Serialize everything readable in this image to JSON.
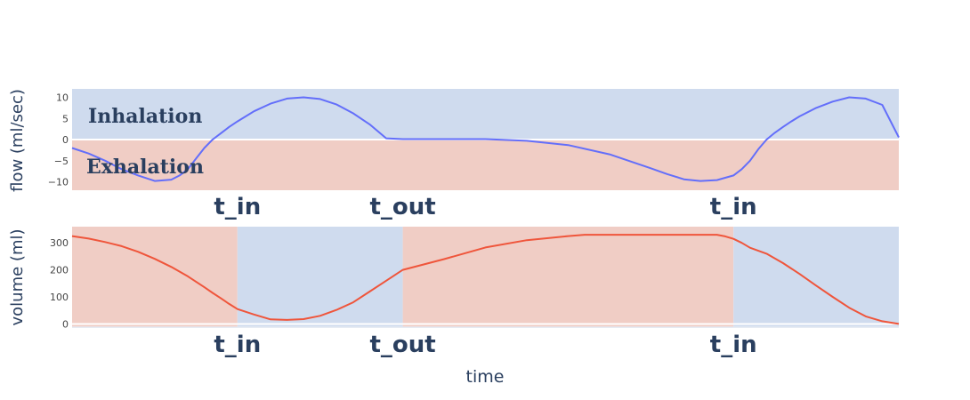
{
  "chart_data": [
    {
      "type": "line",
      "ylabel": "flow (ml/sec)",
      "xlabel": "",
      "xlim": [
        0,
        100
      ],
      "ylim": [
        -12,
        12
      ],
      "yticks": [
        10,
        5,
        0,
        -5,
        -10
      ],
      "region_labels": {
        "inhalation": "Inhalation",
        "exhalation": "Exhalation"
      },
      "region_colors": {
        "inhalation": "#cfdbee",
        "exhalation": "#f0cdc5"
      },
      "line_color": "#636efa",
      "x": [
        0,
        2,
        4,
        6,
        8,
        10,
        12,
        13,
        14,
        15,
        16,
        17,
        18,
        19,
        20,
        22,
        24,
        26,
        28,
        30,
        32,
        34,
        36,
        38,
        40,
        42,
        44,
        46,
        48,
        50,
        55,
        60,
        65,
        70,
        72,
        74,
        76,
        78,
        80,
        81,
        82,
        83,
        84,
        85,
        86,
        87,
        88,
        90,
        92,
        94,
        96,
        98,
        100
      ],
      "values": [
        -2,
        -3.3,
        -5,
        -7,
        -8.5,
        -9.8,
        -9.5,
        -8.5,
        -7,
        -4.5,
        -2,
        0,
        1.5,
        3,
        4.3,
        6.7,
        8.5,
        9.7,
        10,
        9.6,
        8.3,
        6.2,
        3.6,
        0.3,
        0.1,
        0.1,
        0.1,
        0.1,
        0.1,
        0.1,
        -0.3,
        -1.3,
        -3.5,
        -6.8,
        -8.2,
        -9.4,
        -9.8,
        -9.6,
        -8.5,
        -7,
        -5,
        -2.3,
        0,
        1.6,
        3,
        4.3,
        5.5,
        7.5,
        9,
        10,
        9.7,
        8.2,
        0.5
      ],
      "event_labels": [
        {
          "x": 20,
          "label": "t_in"
        },
        {
          "x": 40,
          "label": "t_out"
        },
        {
          "x": 80,
          "label": "t_in"
        }
      ]
    },
    {
      "type": "line",
      "ylabel": "volume (ml)",
      "xlabel": "time",
      "xlim": [
        0,
        100
      ],
      "ylim": [
        -15,
        360
      ],
      "yticks": [
        300,
        200,
        100,
        0
      ],
      "line_color": "#ef553b",
      "x": [
        0,
        2,
        4,
        6,
        8,
        10,
        12,
        14,
        16,
        17,
        18,
        19,
        20,
        22,
        24,
        26,
        28,
        30,
        32,
        34,
        36,
        38,
        40,
        45,
        50,
        55,
        60,
        62,
        64,
        66,
        68,
        70,
        72,
        74,
        76,
        78,
        79,
        80,
        81,
        82,
        84,
        86,
        88,
        90,
        92,
        94,
        96,
        98,
        100
      ],
      "values": [
        325,
        316,
        303,
        288,
        267,
        241,
        211,
        176,
        136,
        115,
        95,
        74,
        55,
        35,
        17,
        15,
        18,
        30,
        52,
        80,
        120,
        160,
        200,
        240,
        283,
        310,
        325,
        330,
        330,
        330,
        330,
        330,
        330,
        330,
        330,
        330,
        324,
        315,
        300,
        282,
        260,
        225,
        185,
        142,
        100,
        60,
        28,
        10,
        0
      ],
      "shading": [
        {
          "from": 0,
          "to": 20,
          "phase": "exhalation"
        },
        {
          "from": 20,
          "to": 40,
          "phase": "inhalation"
        },
        {
          "from": 40,
          "to": 80,
          "phase": "exhalation"
        },
        {
          "from": 80,
          "to": 100,
          "phase": "inhalation"
        }
      ],
      "event_labels": [
        {
          "x": 20,
          "label": "t_in"
        },
        {
          "x": 40,
          "label": "t_out"
        },
        {
          "x": 80,
          "label": "t_in"
        }
      ]
    }
  ]
}
